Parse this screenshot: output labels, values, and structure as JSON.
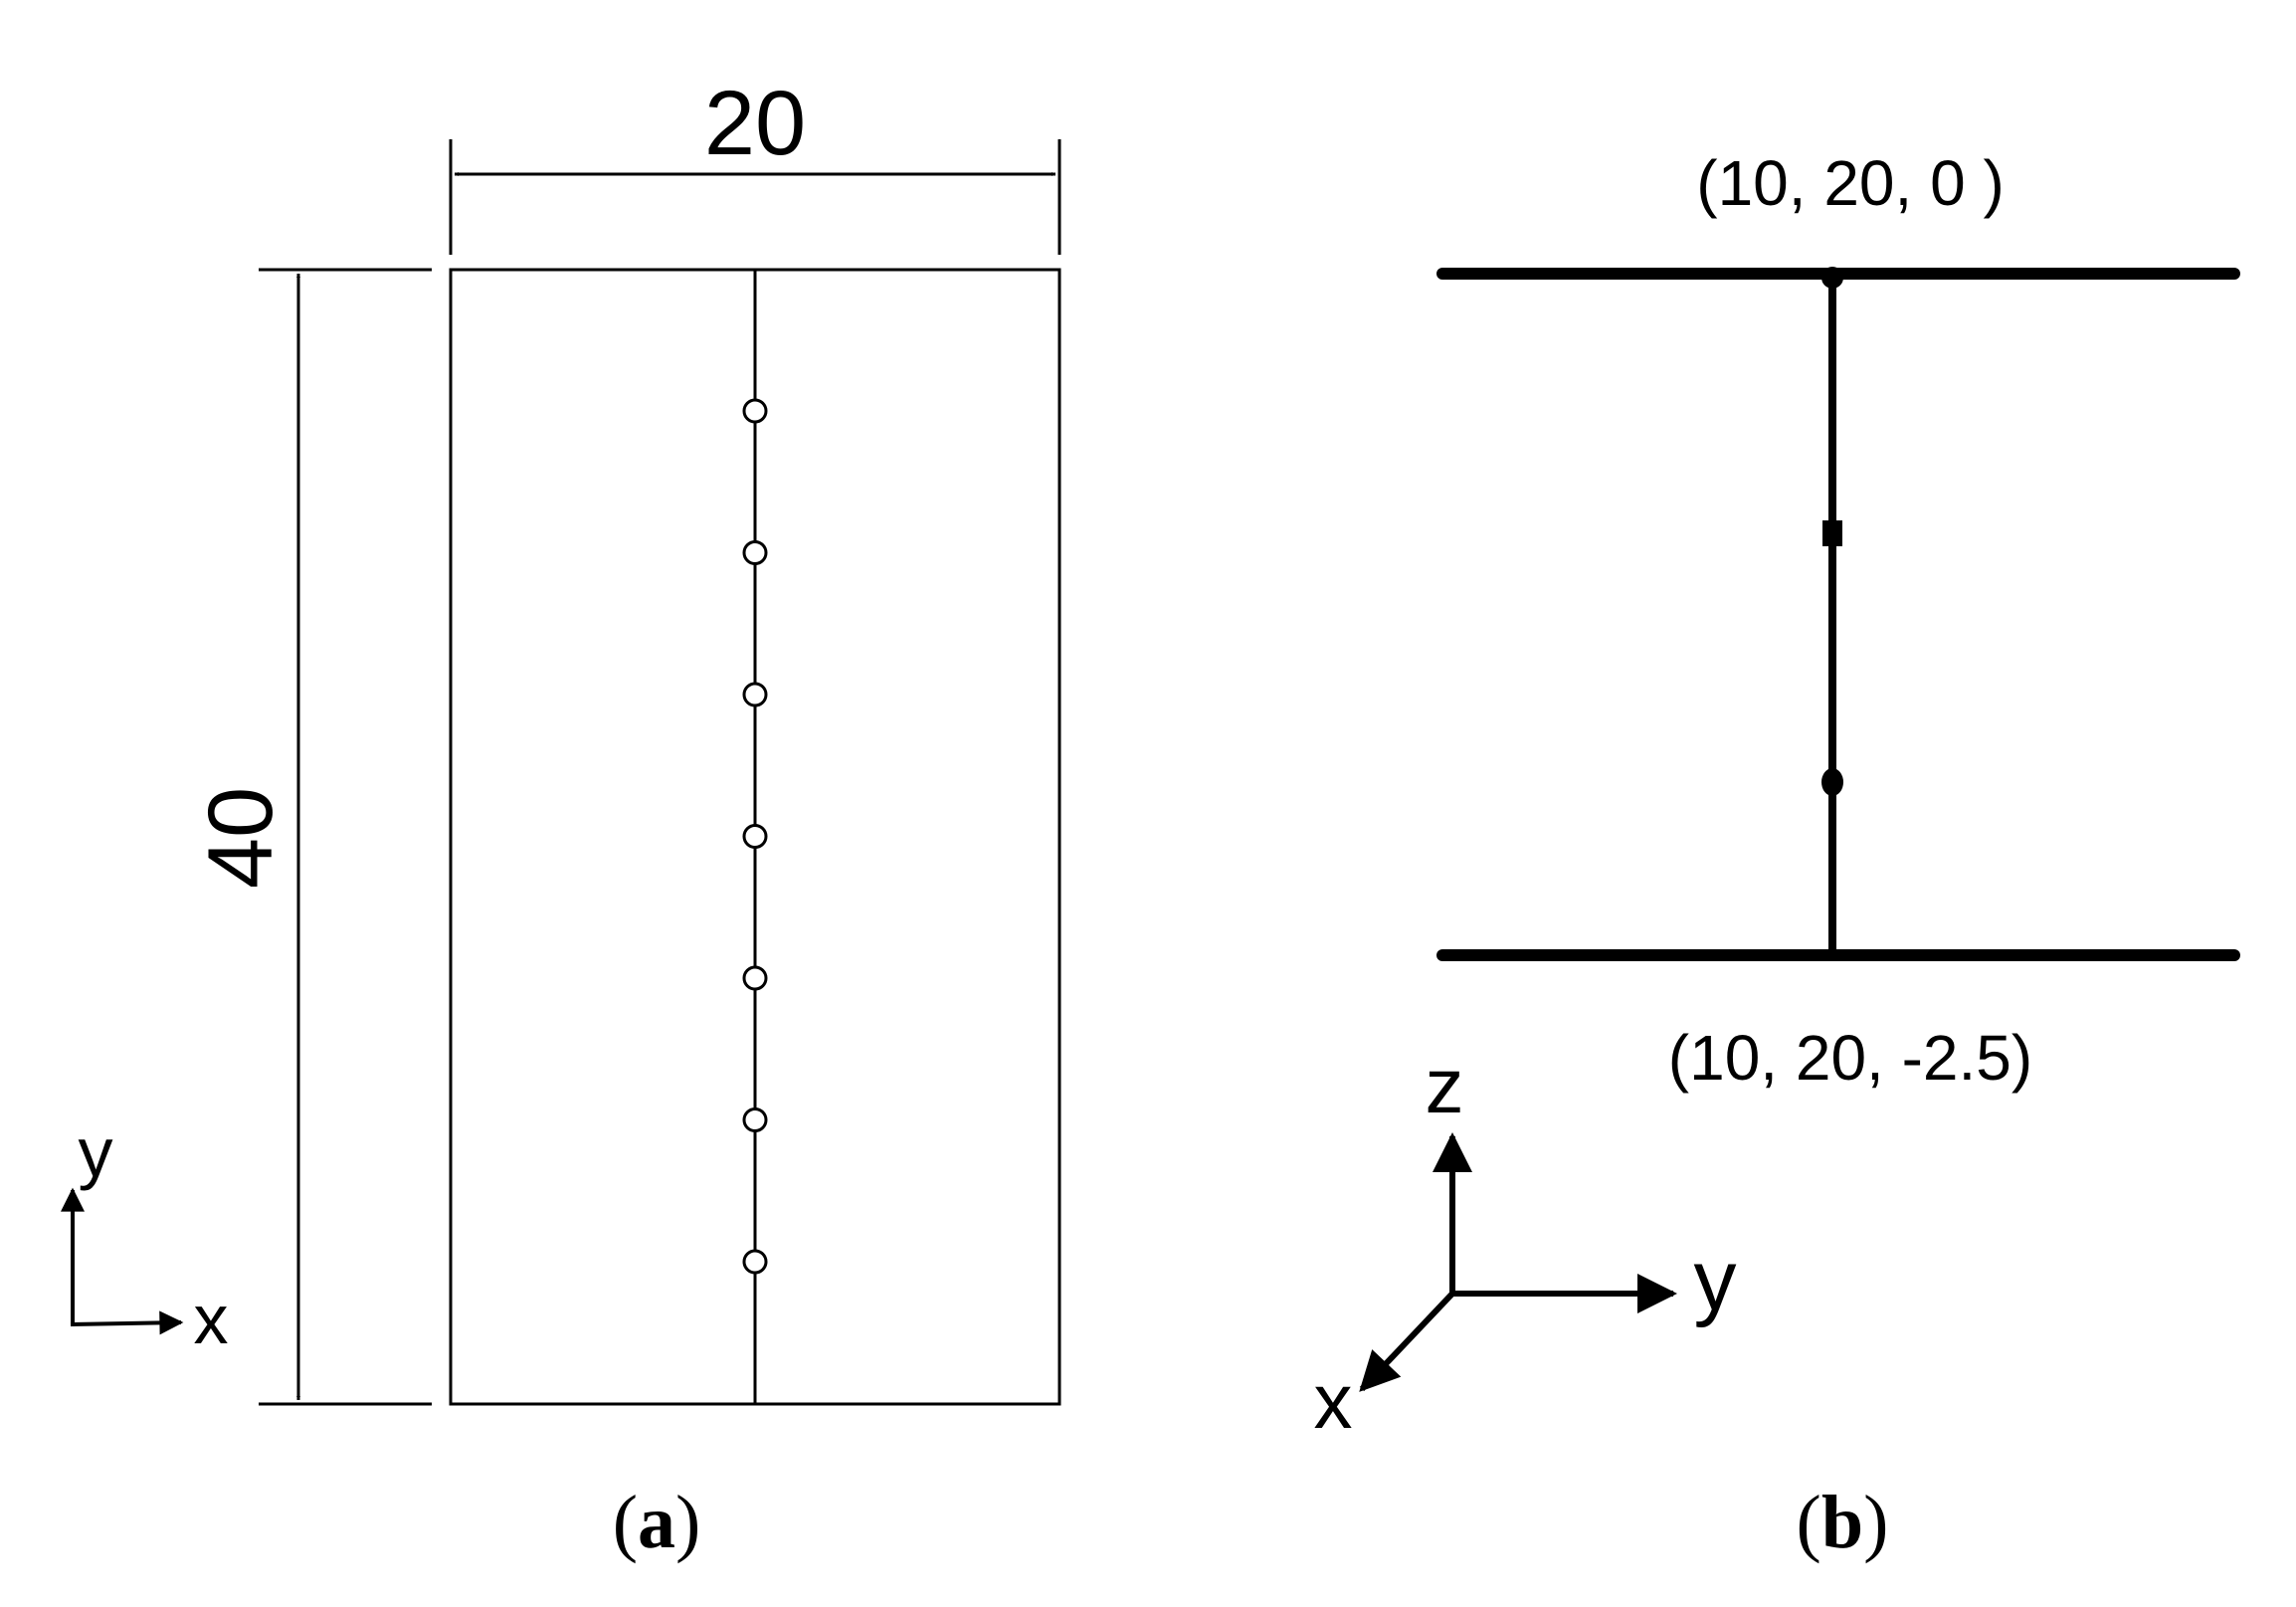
{
  "panel_a": {
    "width_dimension": "20",
    "height_dimension": "40",
    "axis_x_label": "x",
    "axis_y_label": "y",
    "measurement_point_count": 7,
    "caption": {
      "open": "(",
      "letter": "a",
      "close": ")"
    }
  },
  "panel_b": {
    "top_point_label": "(10, 20, 0 )",
    "bottom_point_label": "(10, 20, -2.5)",
    "axis_x_label": "x",
    "axis_y_label": "y",
    "axis_z_label": "z",
    "caption": {
      "open": "(",
      "letter": "b",
      "close": ")"
    }
  },
  "colors": {
    "ink": "#000000",
    "background": "#ffffff"
  }
}
